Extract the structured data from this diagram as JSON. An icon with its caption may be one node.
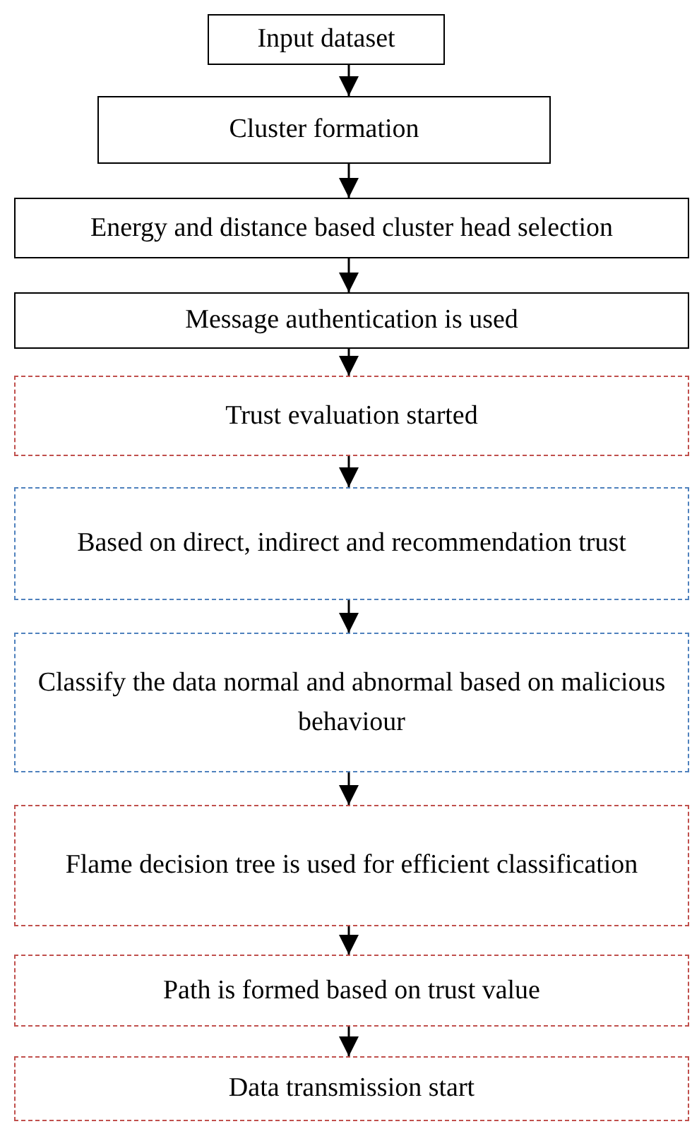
{
  "diagram": {
    "nodes": [
      {
        "text": [
          "Input dataset"
        ]
      },
      {
        "text": [
          "Cluster formation"
        ]
      },
      {
        "text": [
          "Energy and distance based cluster head selection"
        ]
      },
      {
        "text": [
          "Message authentication is used"
        ]
      },
      {
        "text": [
          "Trust evaluation started"
        ]
      },
      {
        "text": [
          "Based on direct, indirect and recommendation trust"
        ]
      },
      {
        "text": [
          "Classify the data normal and abnormal based on malicious behaviour"
        ]
      },
      {
        "text": [
          "Flame decision tree is used for efficient classification"
        ]
      },
      {
        "text": [
          "Path is formed based on trust value"
        ]
      },
      {
        "text": [
          "Data transmission start"
        ]
      }
    ],
    "edges": [
      {
        "from": 0,
        "to": 1,
        "arrow": "to"
      },
      {
        "from": 1,
        "to": 2,
        "arrow": "to"
      },
      {
        "from": 2,
        "to": 3,
        "arrow": "to"
      },
      {
        "from": 3,
        "to": 4,
        "arrow": "to"
      },
      {
        "from": 4,
        "to": 5,
        "arrow": "to"
      },
      {
        "from": 5,
        "to": 6,
        "arrow": "to"
      },
      {
        "from": 6,
        "to": 7,
        "arrow": "to"
      },
      {
        "from": 7,
        "to": 8,
        "arrow": "to"
      },
      {
        "from": 8,
        "to": 9,
        "arrow": "to"
      }
    ]
  }
}
